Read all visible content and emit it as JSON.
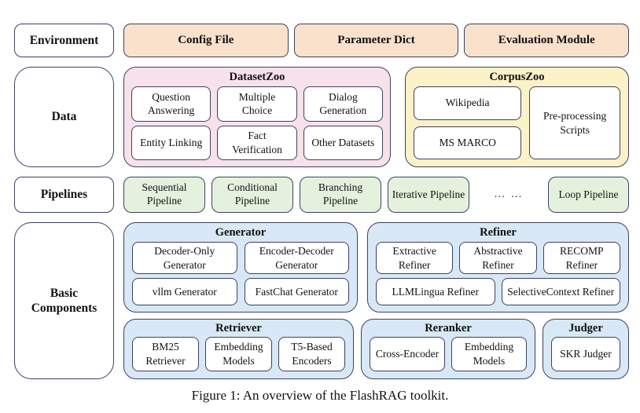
{
  "colors": {
    "peach_fill": "#fae1cc",
    "pink_fill": "#f7e1ea",
    "yellow_fill": "#fbf2c8",
    "green_fill": "#e4f2dd",
    "blue_fill": "#d8e8f6",
    "border": "#3d4261",
    "background": "#ffffff"
  },
  "rows": {
    "environment": {
      "label": "Environment",
      "items": [
        "Config File",
        "Parameter Dict",
        "Evaluation Module"
      ]
    },
    "data": {
      "label": "Data",
      "dataset_zoo": {
        "title": "DatasetZoo",
        "items": [
          "Question Answering",
          "Multiple Choice",
          "Dialog Generation",
          "Entity Linking",
          "Fact Verification",
          "Other Datasets"
        ]
      },
      "corpus_zoo": {
        "title": "CorpusZoo",
        "left_items": [
          "Wikipedia",
          "MS MARCO"
        ],
        "right_item": "Pre-processing Scripts"
      }
    },
    "pipelines": {
      "label": "Pipelines",
      "items": [
        "Sequential Pipeline",
        "Conditional Pipeline",
        "Branching Pipeline",
        "Iterative Pipeline"
      ],
      "ellipsis": "… …",
      "loop_item": "Loop Pipeline"
    },
    "basic_components": {
      "label": "Basic Components",
      "generator": {
        "title": "Generator",
        "items": [
          "Decoder-Only Generator",
          "Encoder-Decoder Generator",
          "vllm Generator",
          "FastChat Generator"
        ]
      },
      "refiner": {
        "title": "Refiner",
        "row1": [
          "Extractive Refiner",
          "Abstractive Refiner",
          "RECOMP Refiner"
        ],
        "row2": [
          "LLMLingua Refiner",
          "SelectiveContext Refiner"
        ]
      },
      "retriever": {
        "title": "Retriever",
        "items": [
          "BM25 Retriever",
          "Embedding Models",
          "T5-Based Encoders"
        ]
      },
      "reranker": {
        "title": "Reranker",
        "items": [
          "Cross-Encoder",
          "Embedding Models"
        ]
      },
      "judger": {
        "title": "Judger",
        "items": [
          "SKR Judger"
        ]
      }
    }
  },
  "caption": "Figure 1: An overview of the FlashRAG toolkit."
}
